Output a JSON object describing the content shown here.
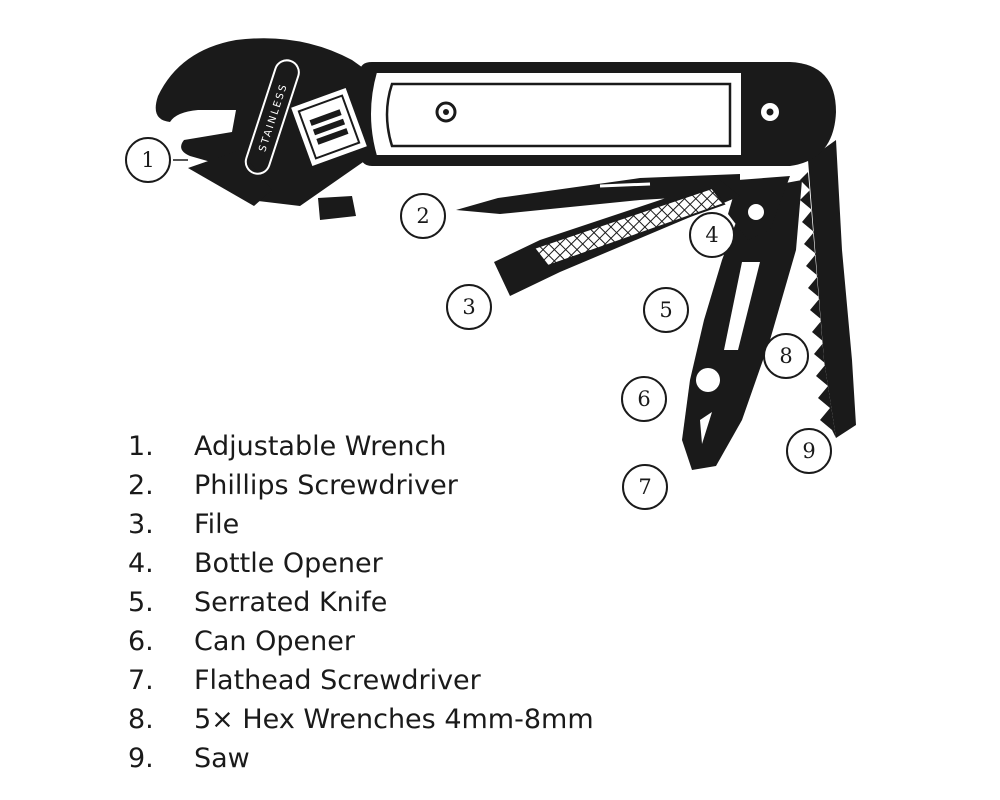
{
  "engraving": "STAINLESS",
  "callouts": [
    "1",
    "2",
    "3",
    "4",
    "5",
    "6",
    "7",
    "8",
    "9"
  ],
  "legend": [
    {
      "num": "1.",
      "label": "Adjustable Wrench"
    },
    {
      "num": "2.",
      "label": "Phillips Screwdriver"
    },
    {
      "num": "3.",
      "label": "File"
    },
    {
      "num": "4.",
      "label": "Bottle Opener"
    },
    {
      "num": "5.",
      "label": "Serrated Knife"
    },
    {
      "num": "6.",
      "label": "Can Opener"
    },
    {
      "num": "7.",
      "label": "Flathead Screwdriver"
    },
    {
      "num": "8.",
      "label": "5× Hex  Wrenches 4mm-8mm"
    },
    {
      "num": "9.",
      "label": "Saw"
    }
  ],
  "colors": {
    "ink": "#1a1a1a",
    "paper": "#ffffff"
  }
}
